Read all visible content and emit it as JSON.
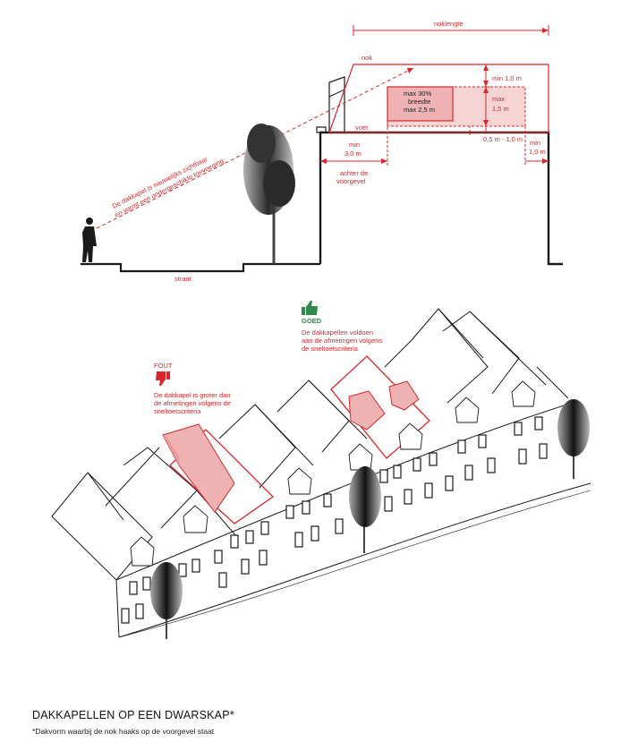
{
  "section_top": {
    "noklengte": "noklengte",
    "nok": "nok",
    "voet": "voet",
    "min_1_0_m": "min 1,0 m",
    "max_label": "max",
    "max_1_5_m": "1,5 m",
    "box_line1": "max 30%",
    "box_line2": "breedte",
    "box_line3": "max 2,5 m",
    "setback_range": "0,5 m - 1,0 m",
    "right_min": "min",
    "right_min_value": "1,0 m",
    "front_min": "min",
    "front_min_value": "3,0 m",
    "front_desc1": "achter de",
    "front_desc2": "voorgevel",
    "sightline1": "De dakkapel is nauwelijks zichtbaar",
    "sightline2": "en vormt een ondergeschikte toevoeging",
    "street": "straat"
  },
  "verdicts": {
    "good_label": "GOED",
    "good_line1": "De dakkapellen voldoen",
    "good_line2": "aan de afmetingen volgens",
    "good_line3": "de sneltoetscriteria",
    "bad_label": "FOUT",
    "bad_line1": "De dakkapel is groter dan",
    "bad_line2": "de afmetingen volgens de",
    "bad_line3": "sneltoetscriteria"
  },
  "caption": {
    "title": "DAKKAPELLEN OP EEN DWARSKAP*",
    "note": "*Dakvorm waarbij de nok haaks op de voorgevel staat"
  },
  "colors": {
    "accent_red": "#d9262b",
    "good_green": "#2f8a4b",
    "line": "#1a1a1a",
    "fill_red": "#f3c4c4"
  },
  "icons": [
    "thumbs-up-icon",
    "thumbs-down-icon",
    "person-figure",
    "tree"
  ]
}
